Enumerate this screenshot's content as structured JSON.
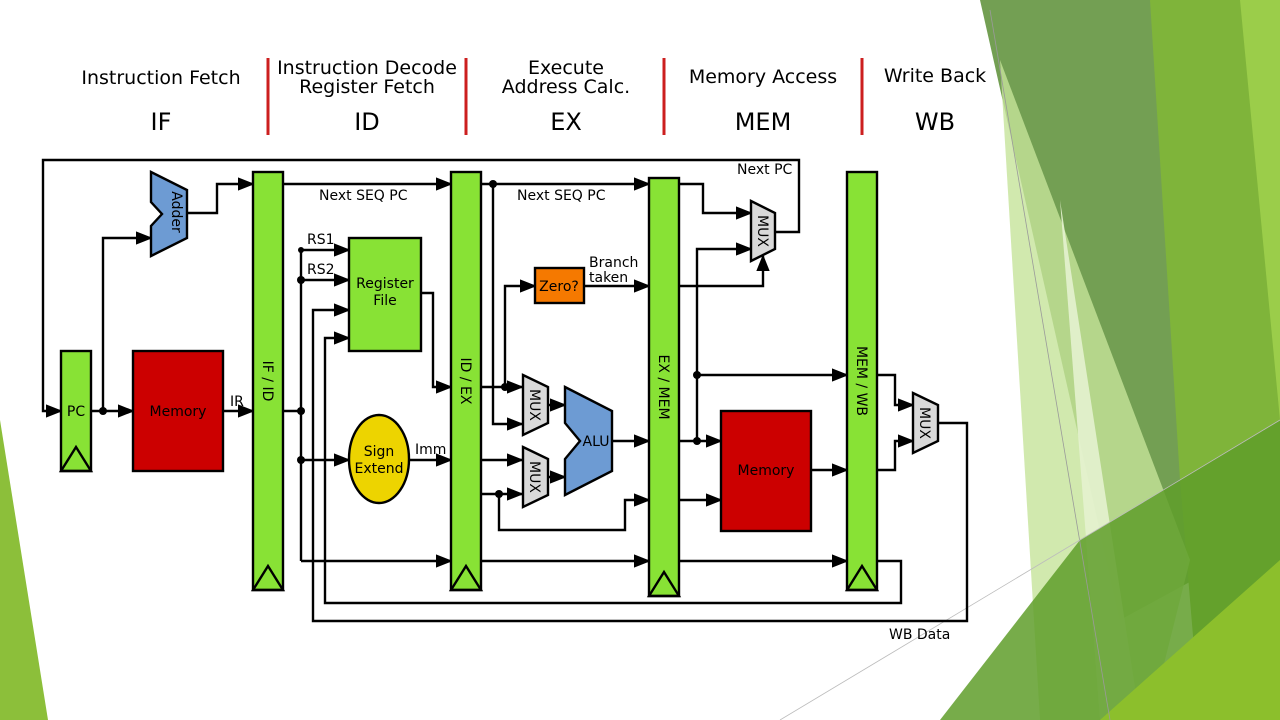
{
  "colors": {
    "pipeline_register": "#88e235",
    "memory": "#cc0000",
    "alu_adder": "#6d9bd3",
    "mux": "#d9d9d9",
    "zero_check": "#f57900",
    "sign_extend": "#edd400",
    "stage_divider": "#cc1f1f",
    "background_greens": [
      "#6c9a4a",
      "#7fb43a",
      "#9bcd4a",
      "#c6e39a",
      "#e4f2cf"
    ]
  },
  "stages": [
    {
      "name_line1": "Instruction Fetch",
      "name_line2": "",
      "abbr": "IF"
    },
    {
      "name_line1": "Instruction Decode",
      "name_line2": "Register Fetch",
      "abbr": "ID"
    },
    {
      "name_line1": "Execute",
      "name_line2": "Address Calc.",
      "abbr": "EX"
    },
    {
      "name_line1": "Memory Access",
      "name_line2": "",
      "abbr": "MEM"
    },
    {
      "name_line1": "Write Back",
      "name_line2": "",
      "abbr": "WB"
    }
  ],
  "blocks": {
    "pc": "PC",
    "adder": "Adder",
    "instr_memory": "Memory",
    "if_id": "IF / ID",
    "reg_file_line1": "Register",
    "reg_file_line2": "File",
    "sign_extend_line1": "Sign",
    "sign_extend_line2": "Extend",
    "id_ex": "ID / EX",
    "mux": "MUX",
    "zero": "Zero?",
    "alu": "ALU",
    "ex_mem": "EX / MEM",
    "data_memory": "Memory",
    "mem_wb": "MEM / WB"
  },
  "labels": {
    "ir": "IR",
    "rs1": "RS1",
    "rs2": "RS2",
    "imm": "Imm",
    "next_seq_pc": "Next SEQ PC",
    "next_pc": "Next PC",
    "branch_taken_line1": "Branch",
    "branch_taken_line2": "taken",
    "wb_data": "WB Data"
  }
}
